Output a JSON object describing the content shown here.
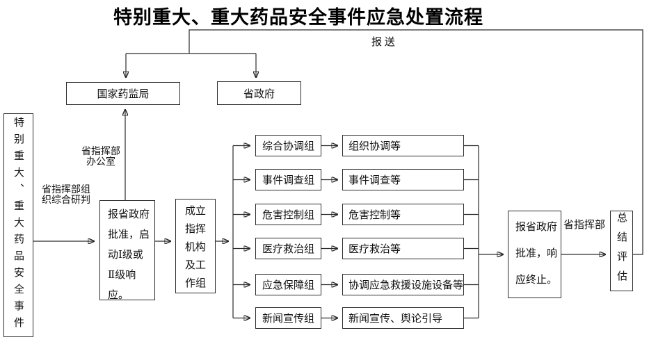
{
  "title": "特别重大、重大药品安全事件应急处置流程",
  "flow": {
    "event": "特别重大、重大药品安全事件",
    "report_send_label": "报 送",
    "national_bureau": "国家药监局",
    "provincial_gov": "省政府",
    "office_label": "省指挥部\n办公室",
    "research_label": "省指挥部组\n织综合研判",
    "approve_start": "报省政府\n批准，启\n动Ⅰ级或\nⅡ级响\n应。",
    "setup": "成立\n指挥\n机构\n及工\n作组",
    "approve_end": "报省政府\n批准，响\n应终止。",
    "command_label": "省指挥部",
    "summary": "总结评估"
  },
  "groups": [
    {
      "name": "综合协调组",
      "task": "组织协调等"
    },
    {
      "name": "事件调查组",
      "task": "事件调查等"
    },
    {
      "name": "危害控制组",
      "task": "危害控制等"
    },
    {
      "name": "医疗救治组",
      "task": "医疗救治等"
    },
    {
      "name": "应急保障组",
      "task": "协调应急救援设施设备等"
    },
    {
      "name": "新闻宣传组",
      "task": "新闻宣传、舆论引导"
    }
  ],
  "colors": {
    "line": "#2b2b2b",
    "text": "#111111",
    "background": "#ffffff"
  }
}
